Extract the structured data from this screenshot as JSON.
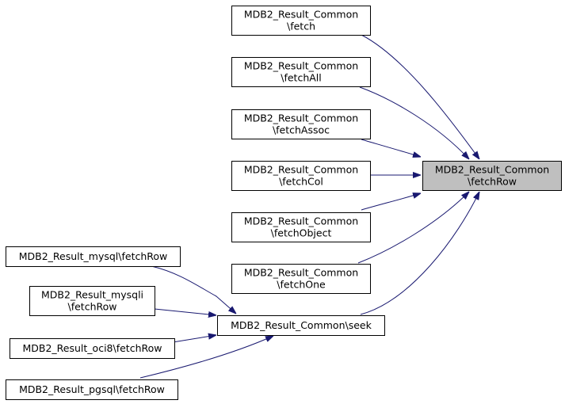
{
  "diagram": {
    "type": "call-graph",
    "colors": {
      "edge": "#191970",
      "focus_fill": "#bfbfbf",
      "node_fill": "#ffffff",
      "node_border": "#000000"
    },
    "nodes": [
      {
        "id": "fetchRow",
        "lines": [
          "MDB2_Result_Common",
          "\\fetchRow"
        ],
        "focus": true
      },
      {
        "id": "fetch",
        "lines": [
          "MDB2_Result_Common",
          "\\fetch"
        ]
      },
      {
        "id": "fetchAll",
        "lines": [
          "MDB2_Result_Common",
          "\\fetchAll"
        ]
      },
      {
        "id": "fetchAssoc",
        "lines": [
          "MDB2_Result_Common",
          "\\fetchAssoc"
        ]
      },
      {
        "id": "fetchCol",
        "lines": [
          "MDB2_Result_Common",
          "\\fetchCol"
        ]
      },
      {
        "id": "fetchObject",
        "lines": [
          "MDB2_Result_Common",
          "\\fetchObject"
        ]
      },
      {
        "id": "fetchOne",
        "lines": [
          "MDB2_Result_Common",
          "\\fetchOne"
        ]
      },
      {
        "id": "seek",
        "lines": [
          "MDB2_Result_Common\\seek"
        ]
      },
      {
        "id": "mysql",
        "lines": [
          "MDB2_Result_mysql\\fetchRow"
        ]
      },
      {
        "id": "mysqli",
        "lines": [
          "MDB2_Result_mysqli",
          "\\fetchRow"
        ]
      },
      {
        "id": "oci8",
        "lines": [
          "MDB2_Result_oci8\\fetchRow"
        ]
      },
      {
        "id": "pgsql",
        "lines": [
          "MDB2_Result_pgsql\\fetchRow"
        ]
      }
    ],
    "edges": [
      {
        "from": "fetch",
        "to": "fetchRow"
      },
      {
        "from": "fetchAll",
        "to": "fetchRow"
      },
      {
        "from": "fetchAssoc",
        "to": "fetchRow"
      },
      {
        "from": "fetchCol",
        "to": "fetchRow"
      },
      {
        "from": "fetchObject",
        "to": "fetchRow"
      },
      {
        "from": "fetchOne",
        "to": "fetchRow"
      },
      {
        "from": "seek",
        "to": "fetchRow"
      },
      {
        "from": "mysql",
        "to": "seek"
      },
      {
        "from": "mysqli",
        "to": "seek"
      },
      {
        "from": "oci8",
        "to": "seek"
      },
      {
        "from": "pgsql",
        "to": "seek"
      }
    ]
  }
}
